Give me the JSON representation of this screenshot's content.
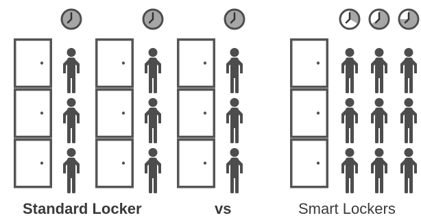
{
  "captions": {
    "standard": "Standard Locker",
    "versus": "vs",
    "smart": "Smart Lockers"
  },
  "colors": {
    "outline": "#555555",
    "figure": "#4d4d4d",
    "clock_face": "#a6a6a6",
    "clock_border": "#4d4d4d",
    "clock_hands": "#333333",
    "caption_text": "#3a3a3a"
  },
  "icons": [
    "locker-icon",
    "person-icon",
    "clock-icon"
  ],
  "standard_side": {
    "units": 3,
    "lockers_per_unit": 3,
    "people_per_unit": 3,
    "clocks_per_unit": 1
  },
  "smart_side": {
    "lockers": 3,
    "people_columns": 3,
    "people_per_column": 3,
    "clocks": 3
  }
}
